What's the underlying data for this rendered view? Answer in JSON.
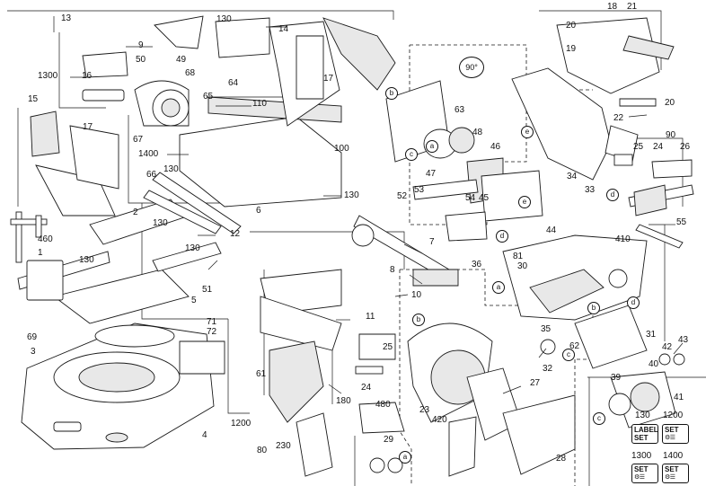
{
  "rotation_badge": "90°",
  "letters": [
    "a",
    "b",
    "c",
    "d",
    "e"
  ],
  "callouts": {
    "n13": "13",
    "n130a": "130",
    "n14": "14",
    "n9": "9",
    "n1300": "1300",
    "n50": "50",
    "n49": "49",
    "n68": "68",
    "n16": "16",
    "n64": "64",
    "n17": "17",
    "n15": "15",
    "n65": "65",
    "n110": "110",
    "n67": "67",
    "n1400": "1400",
    "n100": "100",
    "n130b": "130",
    "n66": "66",
    "n130c": "130",
    "n130d": "130",
    "n2": "2",
    "n130e": "130",
    "n460": "460",
    "n1": "1",
    "n130f": "130",
    "n6": "6",
    "n12": "12",
    "n7": "7",
    "n8": "8",
    "n10": "10",
    "n11": "11",
    "n51": "51",
    "n5": "5",
    "n71": "71",
    "n72": "72",
    "n69": "69",
    "n3": "3",
    "n4": "4",
    "n1200": "1200",
    "n80": "80",
    "n230": "230",
    "n61": "61",
    "n180": "180",
    "n24": "24",
    "n25a": "25",
    "n480": "480",
    "n29": "29",
    "n23": "23",
    "n420": "420",
    "n27": "27",
    "n28": "28",
    "n32": "32",
    "n35": "35",
    "n62": "62",
    "n31": "31",
    "n410": "410",
    "n44": "44",
    "n30": "30",
    "n81": "81",
    "n36": "36",
    "n52": "52",
    "n53": "53",
    "n47": "47",
    "n46": "46",
    "n48": "48",
    "n63": "63",
    "n54": "54",
    "n45": "45",
    "n18": "18",
    "n21": "21",
    "n20a": "20",
    "n19": "19",
    "n20b": "20",
    "n90": "90",
    "n22": "22",
    "n34": "34",
    "n25b": "25",
    "n24b": "24",
    "n26": "26",
    "n33": "33",
    "n55": "55",
    "n42": "42",
    "n43": "43",
    "n40": "40",
    "n39": "39",
    "n41": "41",
    "n130g": "130",
    "n1200b": "1200",
    "n1300b": "1300",
    "n1400b": "1400"
  },
  "kit_boxes": [
    {
      "line1": "LABEL",
      "line2": "SET"
    },
    {
      "line1": "SET",
      "line2": "⚙☰"
    },
    {
      "line1": "SET",
      "line2": "⚙☰"
    },
    {
      "line1": "SET",
      "line2": "⚙☰"
    }
  ]
}
